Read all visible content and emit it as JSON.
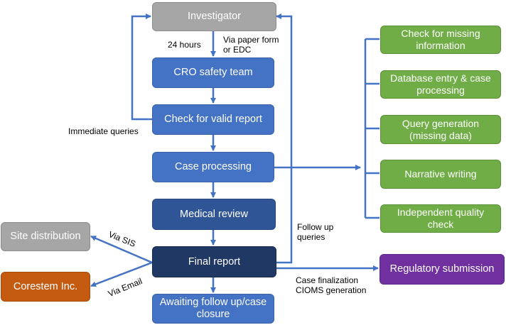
{
  "boxes": {
    "investigator": "Investigator",
    "cro": "CRO safety team",
    "valid": "Check for valid report",
    "case": "Case processing",
    "medical": "Medical review",
    "final": "Final report",
    "awaiting": "Awaiting follow up/case closure",
    "site": "Site distribution",
    "corestem": "Corestem Inc.",
    "regulatory": "Regulatory submission",
    "missing": "Check for missing information",
    "database": "Database entry & case processing",
    "query": "Query generation (missing data)",
    "narrative": "Narrative writing",
    "quality": "Independent quality check"
  },
  "labels": {
    "hours": "24 hours",
    "via_paper": "Via paper form\nor EDC",
    "immediate": "Immediate queries",
    "follow_up": "Follow up\nqueries",
    "via_sis": "Via SIS",
    "via_email": "Via Email",
    "case_final": "Case finalization\nCIOMS generation"
  },
  "colors": {
    "arrow": "#4472c4",
    "gray": "#a6a6a6",
    "blue": "#4472c4",
    "medical": "#2f5597",
    "final": "#1f3864",
    "green": "#70ad47",
    "orange": "#c55a11",
    "purple": "#7030a0"
  }
}
